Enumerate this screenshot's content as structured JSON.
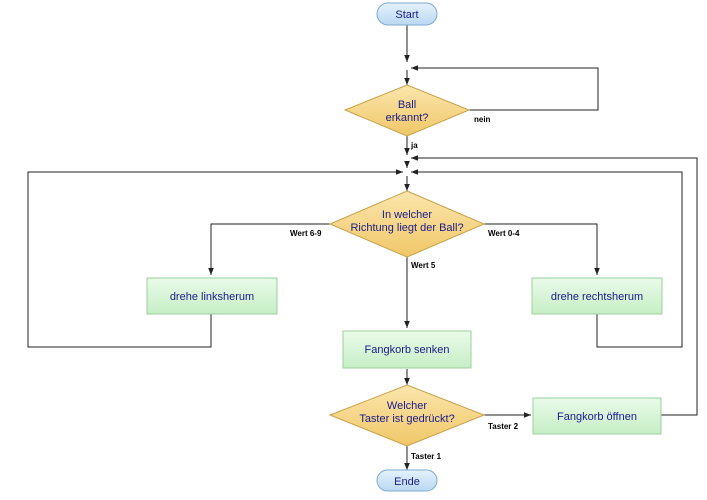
{
  "colors": {
    "terminal_fill": "#cfe5f7",
    "terminal_stroke": "#7fa9cf",
    "decision_fill": "#f7d98c",
    "decision_stroke": "#c7a24a",
    "process_fill": "#d8f5d8",
    "process_stroke": "#9ccf9c",
    "text": "#1a1a8c",
    "line": "#222222"
  },
  "nodes": {
    "start": {
      "label": "Start"
    },
    "end": {
      "label": "Ende"
    },
    "ball_detected": {
      "line1": "Ball",
      "line2": "erkannt?"
    },
    "ball_direction": {
      "line1": "In welcher",
      "line2": "Richtung liegt der Ball?"
    },
    "button_pressed": {
      "line1": "Welcher",
      "line2": "Taster ist gedrückt?"
    },
    "turn_left": {
      "label": "drehe linksherum"
    },
    "turn_right": {
      "label": "drehe rechtsherum"
    },
    "lower_basket": {
      "label": "Fangkorb senken"
    },
    "open_basket": {
      "label": "Fangkorb öffnen"
    }
  },
  "edge_labels": {
    "nein": "nein",
    "ja": "ja",
    "wert_6_9": "Wert 6-9",
    "wert_0_4": "Wert 0-4",
    "wert_5": "Wert 5",
    "taster_2": "Taster 2",
    "taster_1": "Taster 1"
  }
}
